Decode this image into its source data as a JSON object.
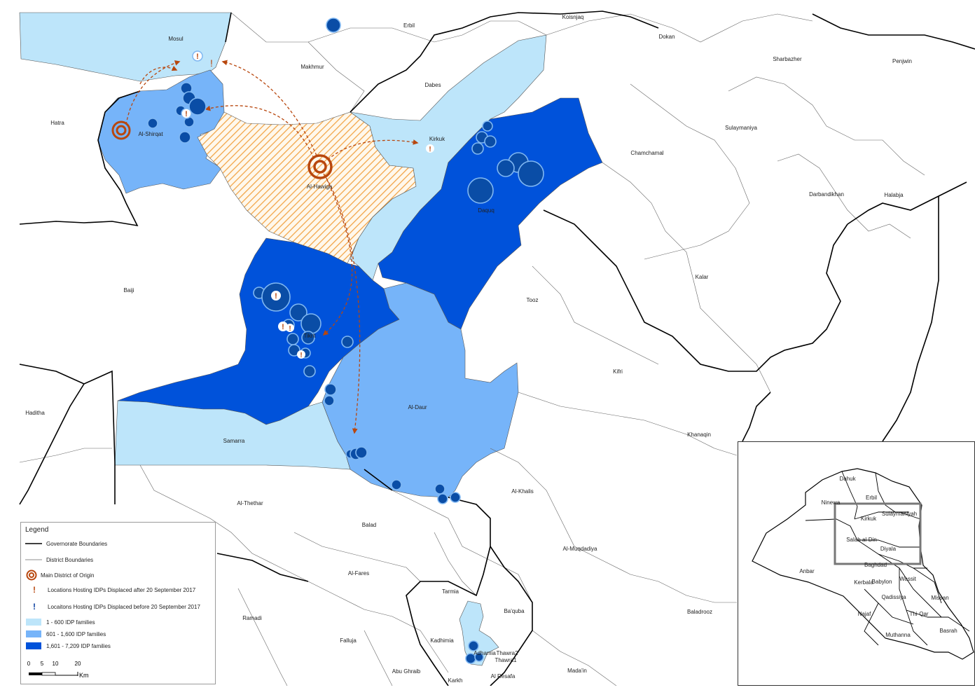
{
  "colors": {
    "origin": "#b8470e",
    "hatch": "#f2a64a",
    "light_blue": "#bde5fa",
    "mid_blue": "#76b4f9",
    "dark_blue": "#0052da",
    "dot": "#0a4da6",
    "dot_ring": "#7fb7f2",
    "boundary": "#000000"
  },
  "districts": {
    "mosul": "Mosul",
    "erbil": "Erbil",
    "koisnjaq": "Koisnjaq",
    "dokan": "Dokan",
    "sharbazher": "Sharbazher",
    "penjwin": "Penjwin",
    "makhmur": "Makhmur",
    "dabes": "Dabes",
    "hatra": "Hatra",
    "al_shirqat": "Al-Shirqat",
    "kirkuk": "Kirkuk",
    "sulaymaniya": "Sulaymaniya",
    "chamchamal": "Chamchamal",
    "al_hawiga": "Al-Hawiga",
    "darbandikhan": "Darbandikhan",
    "halabja": "Halabja",
    "daquq": "Daquq",
    "kalar": "Kalar",
    "baiji": "Baiji",
    "tooz": "Tooz",
    "tikrit": "Tikrit",
    "kifri": "Kifri",
    "haditha": "Haditha",
    "al_daur": "Al-Daur",
    "samarra": "Samarra",
    "khanaqin": "Khanaqin",
    "al_khalis": "Al-Khalis",
    "al_thethar": "Al-Thethar",
    "balad": "Balad",
    "al_muqdadiya": "Al-Muqdadiya",
    "al_fares": "Al-Fares",
    "tarmia": "Tarmia",
    "ramadi": "Ramadi",
    "baladrooz": "Baladrooz",
    "baquba": "Ba'quba",
    "falluja": "Falluja",
    "kadhimia": "Kadhimia",
    "adhamia": "Adhamia",
    "thawra2": "Thawra2",
    "thawra1": "Thawra1",
    "abu_ghraib": "Abu Ghraib",
    "madain": "Mada'in",
    "karkh": "Karkh",
    "al_resafa": "Al Resafa"
  },
  "legend": {
    "title": "Legend",
    "governorate_boundaries": "Governorate Boundaries",
    "district_boundaries": "District Boundaries",
    "main_district_origin": "Main District of Origin",
    "after_sep": "Locations Hosting IDPs Displaced after 20 September 2017",
    "before_sep": "Locaitons Hosting IDPs Displaced before 20 September 2017",
    "class1": "1 - 600 IDP families",
    "class2": "601 - 1,600 IDP families",
    "class3": "1,601 - 7,209 IDP families",
    "scale": {
      "t0": "0",
      "t5": "5",
      "t10": "10",
      "t20": "20",
      "unit": "Km"
    }
  },
  "inset": {
    "dahuk": "Dahuk",
    "erbil": "Erbil",
    "ninewa": "Ninewa",
    "sulaymaniyah": "Sulaymaniyah",
    "kirkuk": "Kirkuk",
    "salah_al_din": "Salah al-Din",
    "diyala": "Diyala",
    "anbar": "Anbar",
    "baghdad": "Baghdad",
    "wassit": "Wassit",
    "kerbala": "Kerbala",
    "babylon": "Babylon",
    "missan": "Missan",
    "qadissiya": "Qadissiya",
    "najaf": "Najaf",
    "thi_qar": "Thi-Qar",
    "muthanna": "Muthanna",
    "basrah": "Basrah"
  }
}
